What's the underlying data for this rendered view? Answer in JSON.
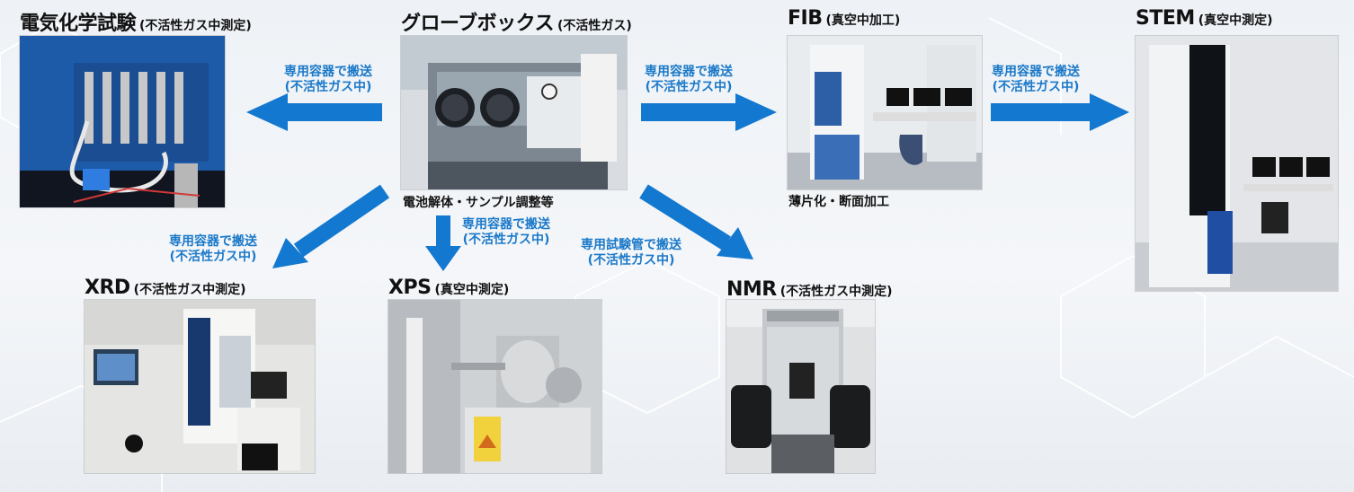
{
  "colors": {
    "arrow": "#1378cf",
    "label": "#1b79c9",
    "title": "#111111"
  },
  "stations": {
    "electrochem": {
      "name": "電気化学試験",
      "note": "(不活性ガス中測定)",
      "photo_icon": "potentiostat-photo"
    },
    "glovebox": {
      "name": "グローブボックス",
      "note": "(不活性ガス)",
      "caption": "電池解体・サンプル調整等",
      "photo_icon": "glovebox-photo"
    },
    "fib": {
      "name": "FIB",
      "note": "(真空中加工)",
      "caption": "薄片化・断面加工",
      "photo_icon": "fib-photo"
    },
    "stem": {
      "name": "STEM",
      "note": "(真空中測定)",
      "photo_icon": "stem-photo"
    },
    "xrd": {
      "name": "XRD",
      "note": "(不活性ガス中測定)",
      "photo_icon": "xrd-photo"
    },
    "xps": {
      "name": "XPS",
      "note": "(真空中測定)",
      "photo_icon": "xps-photo"
    },
    "nmr": {
      "name": "NMR",
      "note": "(不活性ガス中測定)",
      "photo_icon": "nmr-photo"
    }
  },
  "transfers": {
    "to_electrochem": {
      "line1": "専用容器で搬送",
      "line2": "(不活性ガス中)"
    },
    "to_fib": {
      "line1": "専用容器で搬送",
      "line2": "(不活性ガス中)"
    },
    "to_stem": {
      "line1": "専用容器で搬送",
      "line2": "(不活性ガス中)"
    },
    "to_xrd": {
      "line1": "専用容器で搬送",
      "line2": "(不活性ガス中)"
    },
    "to_xps": {
      "line1": "専用容器で搬送",
      "line2": "(不活性ガス中)"
    },
    "to_nmr": {
      "line1": "専用試験管で搬送",
      "line2": "(不活性ガス中)"
    }
  }
}
